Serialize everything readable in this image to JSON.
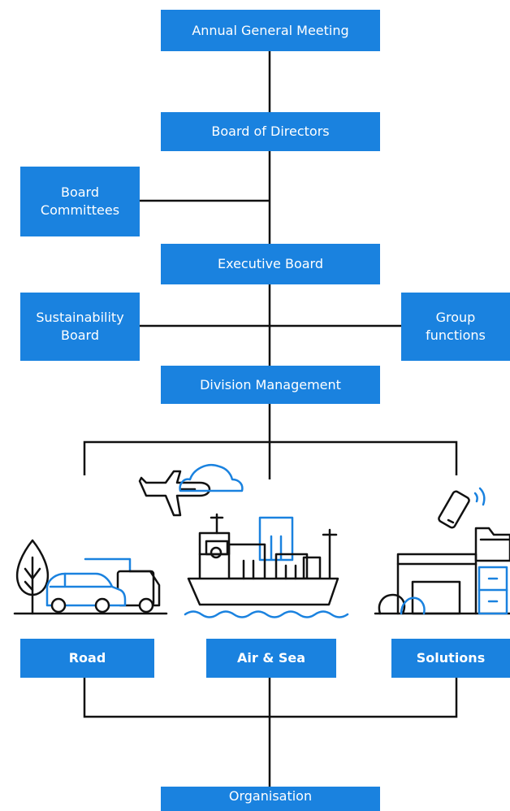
{
  "boxes": {
    "agm": "Annual General Meeting",
    "board": "Board of Directors",
    "committees": "Board\nCommittees",
    "executive": "Executive Board",
    "sustainability": "Sustainability\nBoard",
    "group_functions": "Group\nfunctions",
    "division": "Division Management",
    "road": "Road",
    "airsea": "Air & Sea",
    "solutions": "Solutions",
    "organisation": "Organisation"
  },
  "colors": {
    "box": "#1a82df",
    "line": "#111111",
    "icon_accent": "#1a82df"
  },
  "icons": [
    "tree-icon",
    "van-icon",
    "truck-icon",
    "airplane-icon",
    "cloud-icon",
    "cargo-ship-icon",
    "waves-icon",
    "phone-icon",
    "folder-icon",
    "warehouse-icon",
    "filing-cabinet-icon",
    "bushes-icon"
  ]
}
